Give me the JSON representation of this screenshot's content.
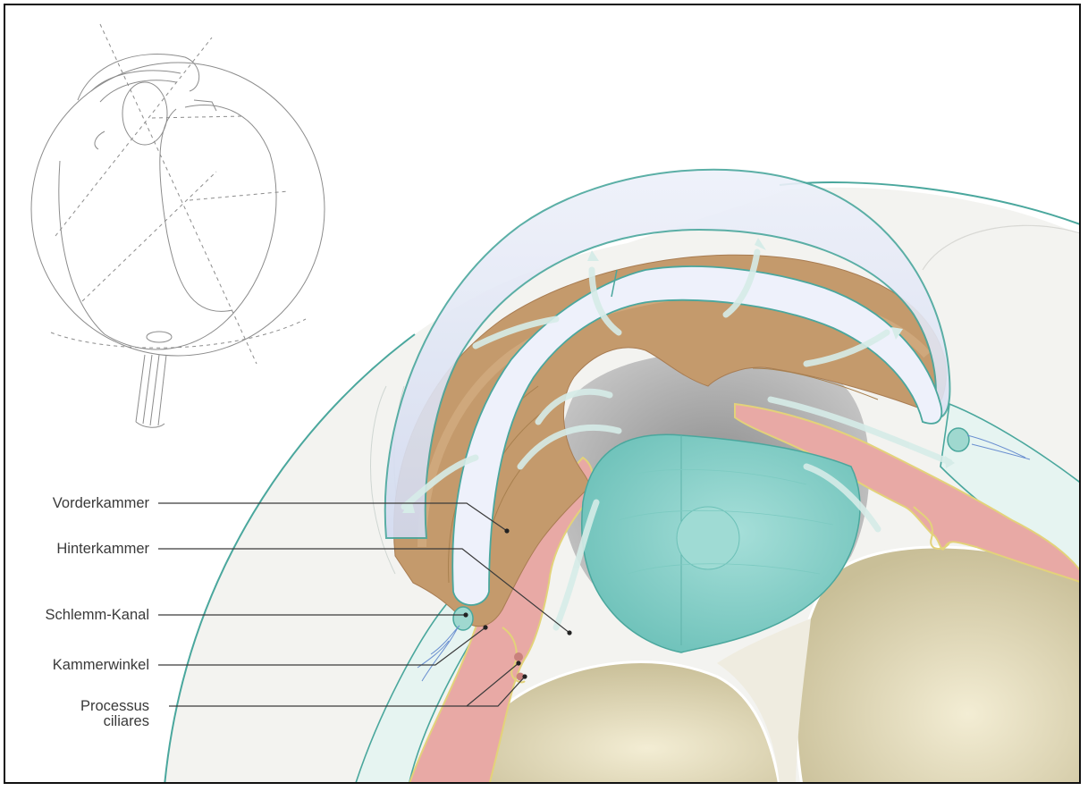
{
  "labels": {
    "vorderkammer": "Vorderkammer",
    "hinterkammer": "Hinterkammer",
    "schlemm": "Schlemm-Kanal",
    "kammerwinkel": "Kammerwinkel",
    "processus_line1": "Processus",
    "processus_line2": "ciliares"
  },
  "colors": {
    "outline": "#4aa79d",
    "sclera_fill": "#f3f3f0",
    "cornea": "#dfe6f6",
    "iris": "#c49a6c",
    "ciliary": "#e8a9a5",
    "lens": "#8ed3cc",
    "vitreous": "#e9e2c3",
    "pupil": "#9e9e9e",
    "flow": "#d6ece8",
    "sketch": "#8c8c8c"
  }
}
